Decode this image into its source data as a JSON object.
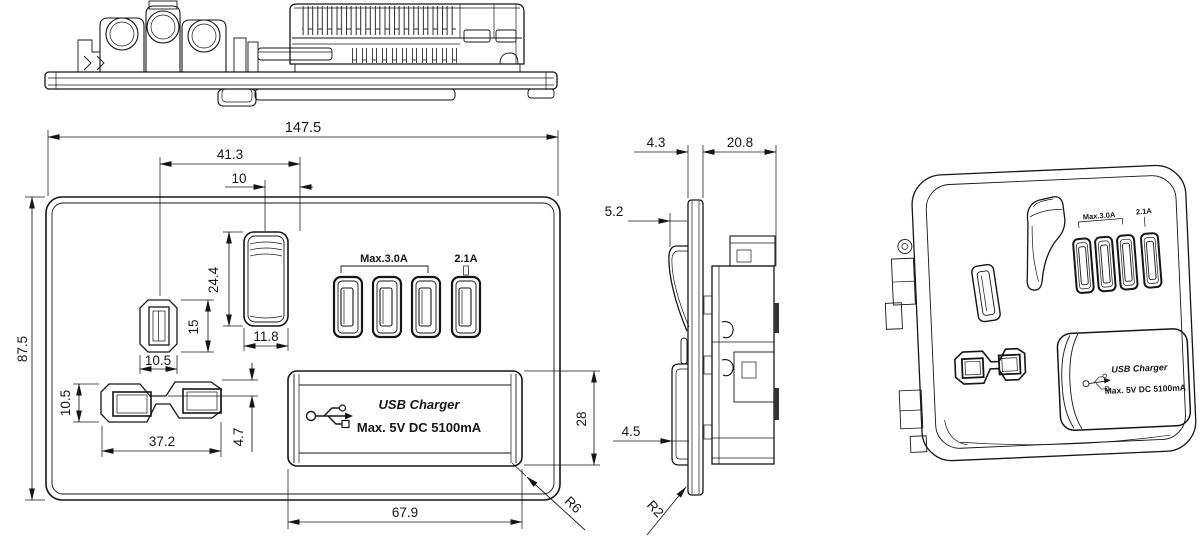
{
  "drawing": {
    "front": {
      "dims": {
        "overall_width": "147.5",
        "earth_to_switch": "41.3",
        "switch_offset": "10",
        "overall_height": "87.5",
        "switch_height": "24.4",
        "earth_slot_height": "15",
        "earth_slot_width": "10.5",
        "switch_width": "11.8",
        "ln_slot_height": "10.5",
        "ln_slot_width": "37.2",
        "ln_slot_offset": "4.7",
        "cover_height": "28",
        "cover_width": "67.9",
        "corner_radius": "R6"
      },
      "labels": {
        "usb_group_rating": "Max.3.0A",
        "usb_single_rating": "2.1A",
        "charger_title": "USB Charger",
        "charger_rating": "Max. 5V DC 5100mA"
      }
    },
    "side": {
      "dims": {
        "faceplate_thickness": "4.3",
        "box_depth": "20.8",
        "switch_protrusion": "5.2",
        "cover_protrusion": "4.5",
        "corner_radius": "R2"
      }
    },
    "perspective": {
      "labels": {
        "usb_group_rating": "Max.3.0A",
        "usb_single_rating": "2.1A",
        "charger_title": "USB Charger",
        "charger_rating": "Max. 5V DC 5100mA"
      }
    },
    "colors": {
      "line": "#161616",
      "background": "#ffffff"
    }
  }
}
